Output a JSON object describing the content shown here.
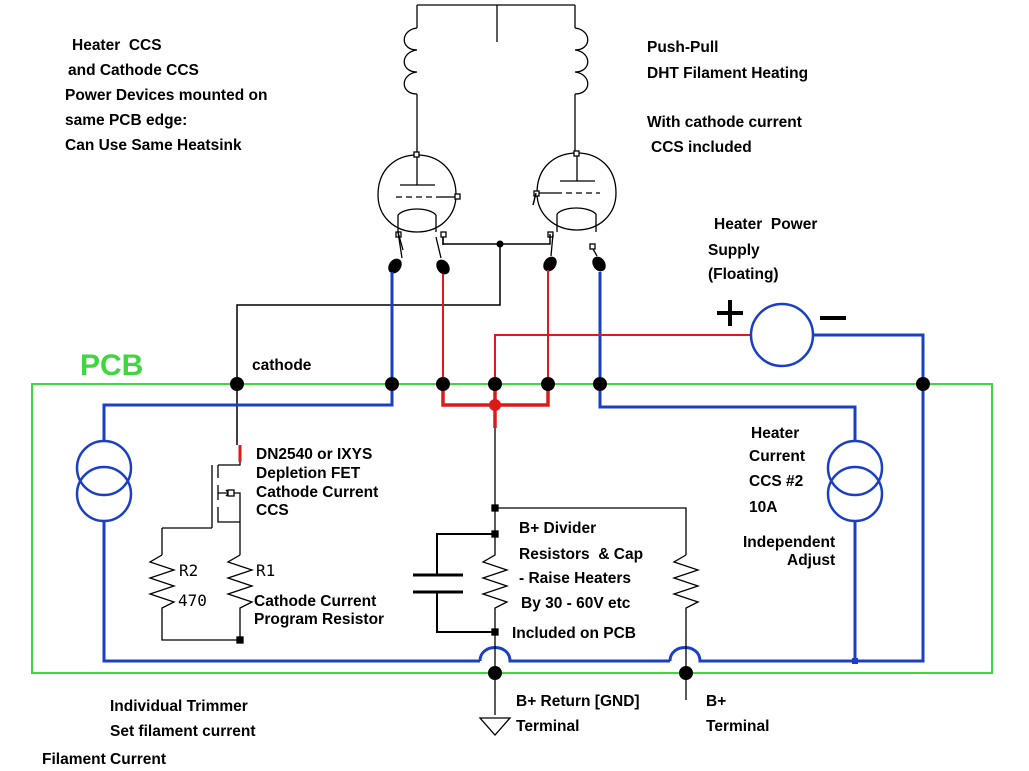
{
  "colors": {
    "pcb": "#3fd63f",
    "heater": "#1a3fc4",
    "cathode": "#dd1a1a",
    "wire": "#000000"
  },
  "labels": {
    "pcb": "PCB",
    "heater_ccs_1": "Heater  CCS",
    "heater_ccs_2": "and Cathode CCS",
    "heater_ccs_3": "Power Devices mounted on",
    "heater_ccs_4": "same PCB edge:",
    "heater_ccs_5": "Can Use Same Heatsink",
    "pushpull_1": "Push-Pull",
    "pushpull_2": "DHT Filament Heating",
    "pushpull_3": "With cathode current",
    "pushpull_4": "CCS included",
    "psu_1": "Heater  Power",
    "psu_2": "Supply",
    "psu_3": "(Floating)",
    "plus": "+",
    "minus": "−",
    "cathode": "cathode",
    "fet_1": "DN2540 or IXYS",
    "fet_2": "Depletion FET",
    "fet_3": "Cathode Current",
    "fet_4": "CCS",
    "r2": "R2",
    "r2_value": "470",
    "r1": "R1",
    "r1_desc_1": "Cathode Current",
    "r1_desc_2": "Program Resistor",
    "divider_1": "B+ Divider",
    "divider_2": "Resistors  & Cap",
    "divider_3": "- Raise Heaters",
    "divider_4": "By 30 - 60V etc",
    "divider_5": "Included on PCB",
    "ccs2_1": "Heater",
    "ccs2_2": "Current",
    "ccs2_3": "CCS #2",
    "ccs2_4": "10A",
    "ccs2_5": "Independent",
    "ccs2_6": "Adjust",
    "bret_1": "B+ Return [GND]",
    "bret_2": "Terminal",
    "bplus_1": "B+",
    "bplus_2": "Terminal",
    "trim_1": "Individual Trimmer",
    "trim_2": "Set filament current",
    "trim_3": "Filament Current"
  }
}
